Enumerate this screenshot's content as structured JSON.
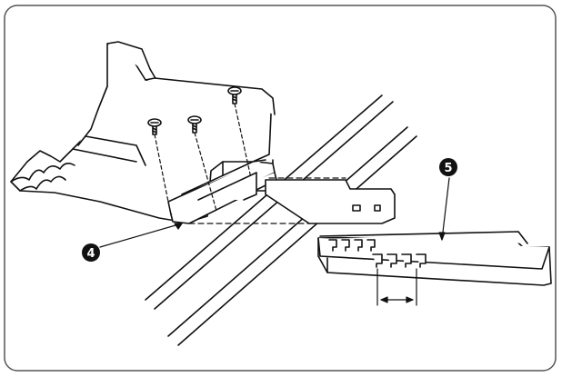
{
  "callouts": [
    {
      "id": "callout-4",
      "label": "4"
    },
    {
      "id": "callout-5",
      "label": "5"
    }
  ],
  "colors": {
    "line": "#111111",
    "frame": "#555555",
    "background": "#ffffff"
  }
}
